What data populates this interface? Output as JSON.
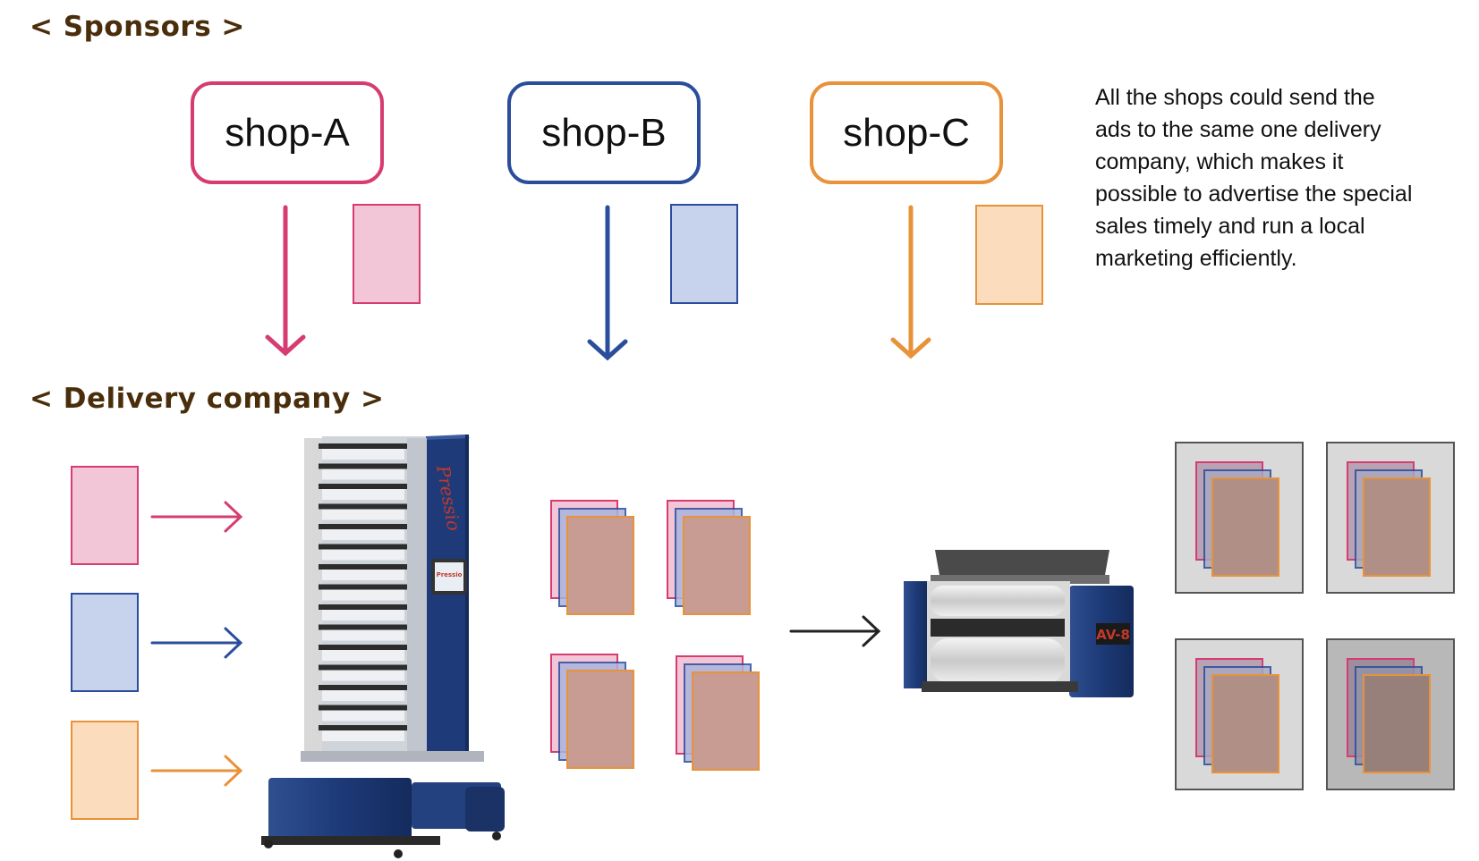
{
  "headings": {
    "sponsors": "< Sponsors >",
    "delivery": "< Delivery company >"
  },
  "shops": [
    {
      "label": "shop-A",
      "color": "#d63c72",
      "fill": "#f2c6d7"
    },
    {
      "label": "shop-B",
      "color": "#2a4d9c",
      "fill": "#c7d3ec"
    },
    {
      "label": "shop-C",
      "color": "#e8923a",
      "fill": "#fbdcbd"
    }
  ],
  "description_lines": [
    "All the shops could send the",
    "ads to the same one delivery",
    "company, which makes it",
    "possible to advertise the special",
    "sales timely and run a local",
    "marketing efficiently."
  ],
  "machines": {
    "collator_brand": "Pressio",
    "wrapper_brand": "AV-8"
  }
}
